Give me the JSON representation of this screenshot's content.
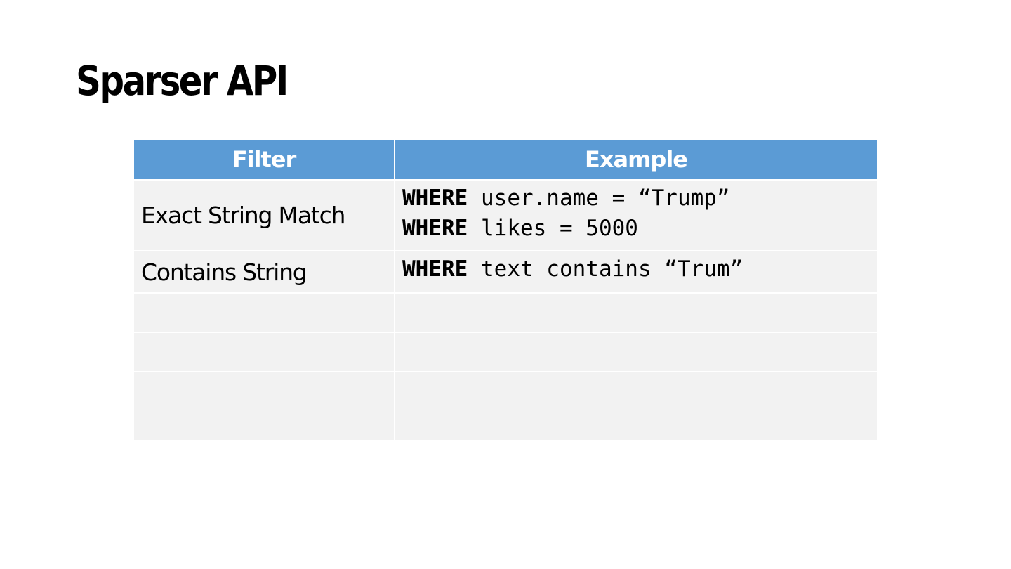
{
  "slide": {
    "title": "Sparser API"
  },
  "table": {
    "headers": [
      "Filter",
      "Example"
    ],
    "rows": [
      {
        "filter": "Exact String Match",
        "examples": [
          {
            "keyword": "WHERE",
            "rest": " user.name = “Trump”"
          },
          {
            "keyword": "WHERE",
            "rest": " likes = 5000"
          }
        ]
      },
      {
        "filter": "Contains String",
        "examples": [
          {
            "keyword": "WHERE",
            "rest": " text contains “Trum”"
          }
        ]
      },
      {
        "filter": "",
        "examples": []
      },
      {
        "filter": "",
        "examples": []
      },
      {
        "filter": "",
        "examples": []
      }
    ]
  },
  "colors": {
    "header_bg": "#5b9bd5",
    "cell_bg": "#f2f2f2"
  }
}
